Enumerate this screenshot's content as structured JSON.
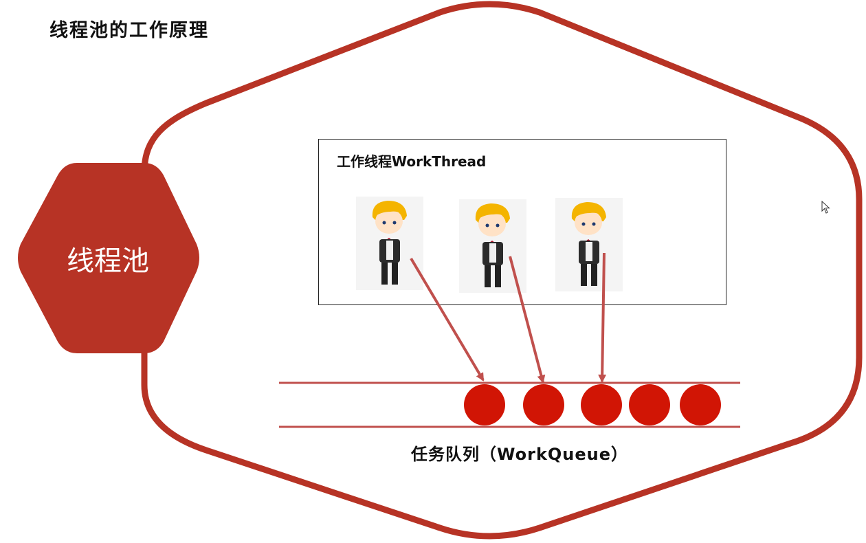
{
  "page": {
    "title": "线程池的工作原理"
  },
  "pool": {
    "label": "线程池",
    "outline_color": "#b73325",
    "hexagon_color": "#b73325"
  },
  "workers": {
    "title": "工作线程WorkThread",
    "count": 3,
    "icon": "cartoon-waiter-icon"
  },
  "queue": {
    "label": "任务队列（WorkQueue）",
    "task_count": 5,
    "task_color": "#d11505",
    "rail_color": "#c0504d"
  },
  "arrows": {
    "color": "#c0504d",
    "count": 3
  },
  "cursor": {
    "icon": "mouse-pointer-icon"
  }
}
